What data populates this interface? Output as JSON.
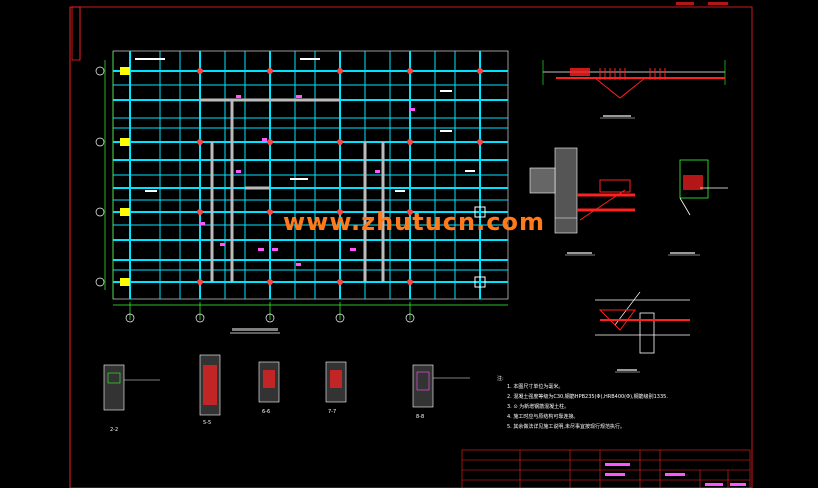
{
  "document": {
    "watermark": "www.zhutucn.com",
    "colors": {
      "background": "#000000",
      "grid": "#00e5ff",
      "frame": "#ff2020",
      "accent": "#ff7a1a",
      "magenta": "#ff55ff",
      "green": "#33ff33",
      "white": "#ffffff",
      "yellow": "#ffff00"
    },
    "section_labels": [
      "2-2",
      "5-5",
      "6-6",
      "7-7",
      "8-8"
    ],
    "notes": {
      "title": "注:",
      "items": [
        "1. 本图尺寸单位为毫米。",
        "2. 混凝土强度等级为C30,钢筋HPB235(Φ),HRB400(Φ),钢筋级别1335.",
        "3. ⊙ 为新增钢筋混凝土柱。",
        "4. 施工时应与原结构可靠连接。",
        "5. 其余做法详见施工说明,未尽事宜按现行规范执行。"
      ]
    }
  }
}
